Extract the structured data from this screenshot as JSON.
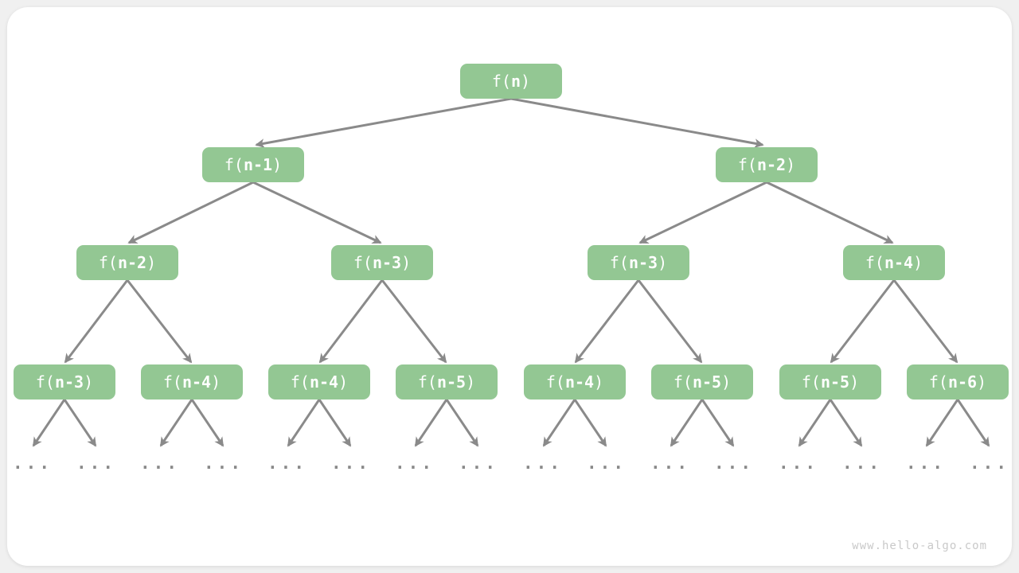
{
  "diagram": {
    "ellipsis": "...",
    "watermark": "www.hello-algo.com",
    "colors": {
      "page_bg": "#f0f0f0",
      "card_bg": "#ffffff",
      "node_fill": "#93c793",
      "node_text": "#ffffff",
      "edge": "#8a8a8a",
      "watermark": "#c9c9c9"
    }
  },
  "nodes": [
    {
      "prefix": "f(",
      "arg": "n",
      "suffix": ")"
    },
    {
      "prefix": "f(",
      "arg": "n-1",
      "suffix": ")"
    },
    {
      "prefix": "f(",
      "arg": "n-2",
      "suffix": ")"
    },
    {
      "prefix": "f(",
      "arg": "n-2",
      "suffix": ")"
    },
    {
      "prefix": "f(",
      "arg": "n-3",
      "suffix": ")"
    },
    {
      "prefix": "f(",
      "arg": "n-3",
      "suffix": ")"
    },
    {
      "prefix": "f(",
      "arg": "n-4",
      "suffix": ")"
    },
    {
      "prefix": "f(",
      "arg": "n-3",
      "suffix": ")"
    },
    {
      "prefix": "f(",
      "arg": "n-4",
      "suffix": ")"
    },
    {
      "prefix": "f(",
      "arg": "n-4",
      "suffix": ")"
    },
    {
      "prefix": "f(",
      "arg": "n-5",
      "suffix": ")"
    },
    {
      "prefix": "f(",
      "arg": "n-4",
      "suffix": ")"
    },
    {
      "prefix": "f(",
      "arg": "n-5",
      "suffix": ")"
    },
    {
      "prefix": "f(",
      "arg": "n-5",
      "suffix": ")"
    },
    {
      "prefix": "f(",
      "arg": "n-6",
      "suffix": ")"
    }
  ]
}
